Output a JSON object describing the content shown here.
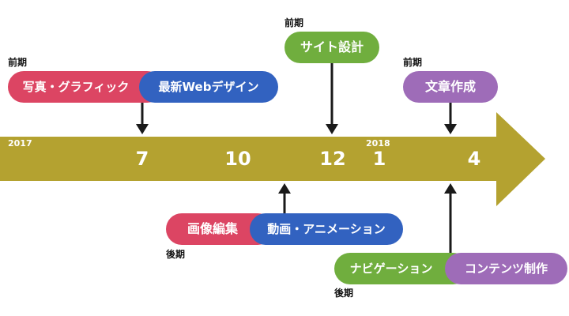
{
  "colors": {
    "arrow": "#b4a230",
    "connector": "#1a1a1a",
    "pink": "#dc4563",
    "blue": "#3262c0",
    "green": "#70ae3e",
    "purple": "#9e6cb8"
  },
  "years": {
    "start": "2017",
    "next": "2018"
  },
  "months": [
    "7",
    "10",
    "12",
    "1",
    "4"
  ],
  "terms": {
    "t1": "前期",
    "t2": "前期",
    "t3": "前期",
    "t4": "後期",
    "t5": "後期"
  },
  "courses": {
    "photo_graphic": "写真・グラフィック",
    "web_design": "最新Webデザイン",
    "site_design": "サイト設計",
    "writing": "文章作成",
    "image_edit": "画像編集",
    "video_animation": "動画・アニメーション",
    "navigation": "ナビゲーション",
    "content_production": "コンテンツ制作"
  }
}
